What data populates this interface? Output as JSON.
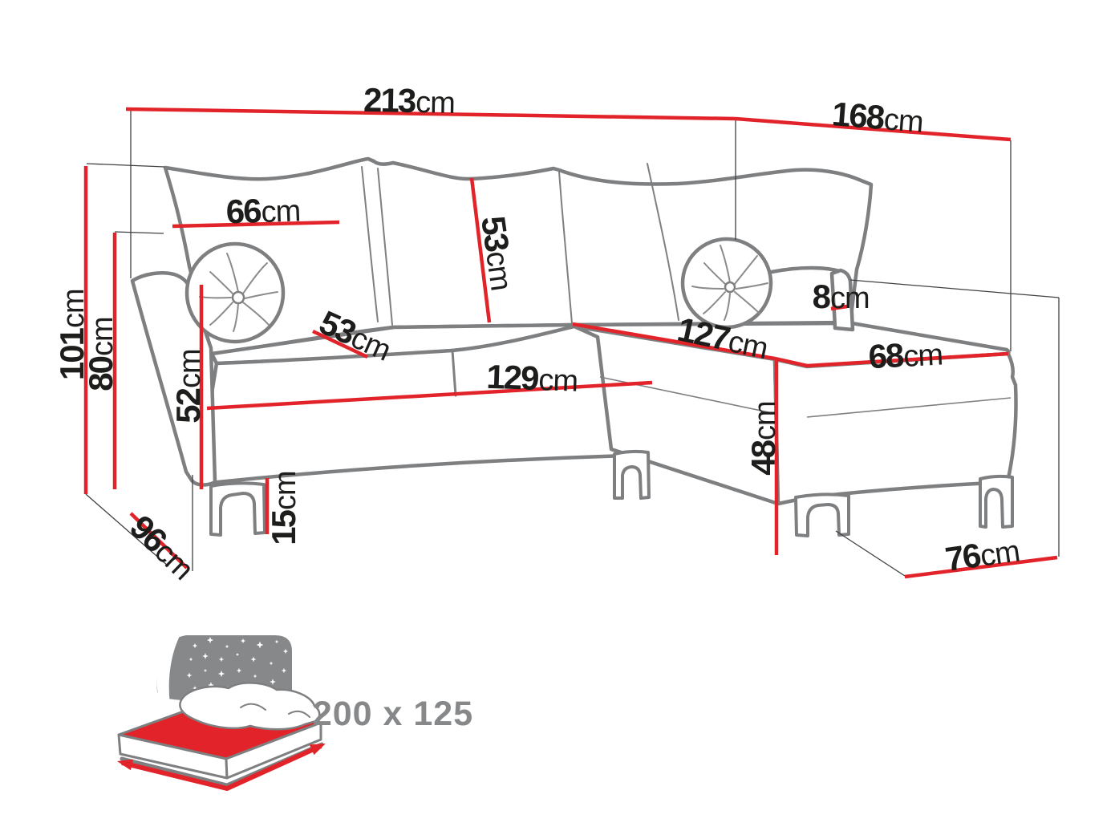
{
  "diagram": {
    "unit": "cm",
    "colors": {
      "dimension_line": "#e2242a",
      "sofa_outline": "#7e7f81",
      "label_text": "#1d1d1b",
      "muted_text": "#87888a",
      "background": "#ffffff"
    },
    "dims": {
      "back_width": {
        "num": "213",
        "unit": "cm"
      },
      "right_side": {
        "num": "168",
        "unit": "cm"
      },
      "total_height": {
        "num": "101",
        "unit": "cm"
      },
      "back_height": {
        "num": "80",
        "unit": "cm"
      },
      "cushion_width": {
        "num": "66",
        "unit": "cm"
      },
      "cushion_height": {
        "num": "53",
        "unit": "cm"
      },
      "seat_depth": {
        "num": "53",
        "unit": "cm"
      },
      "armrest_height": {
        "num": "52",
        "unit": "cm"
      },
      "seat_width": {
        "num": "129",
        "unit": "cm"
      },
      "chaise_length": {
        "num": "127",
        "unit": "cm"
      },
      "chaise_width": {
        "num": "68",
        "unit": "cm"
      },
      "seat_height": {
        "num": "48",
        "unit": "cm"
      },
      "armrest_width": {
        "num": "8",
        "unit": "cm"
      },
      "leg_height": {
        "num": "15",
        "unit": "cm"
      },
      "depth": {
        "num": "96",
        "unit": "cm"
      },
      "chaise_depth": {
        "num": "76",
        "unit": "cm"
      }
    },
    "sleeping_area": {
      "label": "200 x 125"
    }
  }
}
